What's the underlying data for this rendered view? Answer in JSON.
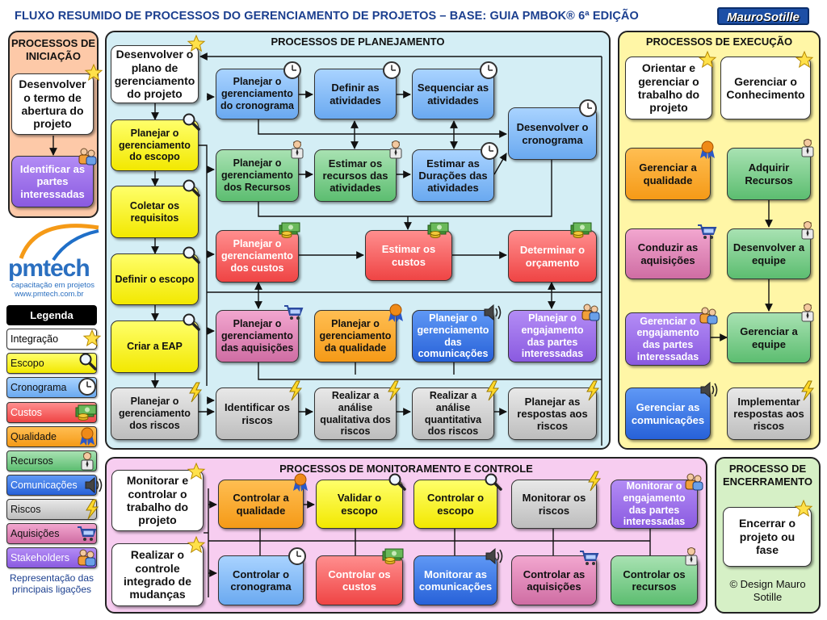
{
  "header": {
    "title": "FLUXO RESUMIDO DE PROCESSOS DO GERENCIAMENTO DE PROJETOS – BASE: GUIA PMBOK® 6ª EDIÇÃO",
    "brand": "MauroSotille"
  },
  "colors": {
    "integracao": "#ffffff",
    "escopo": "#f5ec1a",
    "cronograma": "#8fc1ff",
    "custos": "#f25555",
    "qualidade": "#f7a21b",
    "recursos": "#6ec680",
    "comunicacoes": "#3b73e3",
    "riscos": "#cccccc",
    "aquisicoes": "#d97fb0",
    "stakeholders": "#9b6ce6"
  },
  "iniciacao": {
    "title": "PROCESSOS DE INICIAÇÃO",
    "b1": "Desenvolver o termo de abertura do projeto",
    "b2": "Identificar as partes interessadas"
  },
  "logo": {
    "name": "pmtech",
    "tagline": "capacitação em projetos",
    "site": "www.pmtech.com.br"
  },
  "legenda": {
    "title": "Legenda",
    "items": [
      "Integração",
      "Escopo",
      "Cronograma",
      "Custos",
      "Qualidade",
      "Recursos",
      "Comunicações",
      "Riscos",
      "Aquisições",
      "Stakeholders"
    ],
    "note": "Representação das principais ligações"
  },
  "planejamento": {
    "title": "PROCESSOS DE PLANEJAMENTO",
    "plano": "Desenvolver o plano de gerenciamento do projeto",
    "escopo": "Planejar o gerenciamento do escopo",
    "requisitos": "Coletar os requisitos",
    "definir": "Definir o escopo",
    "eap": "Criar a EAP",
    "riscos_plan": "Planejar o gerenciamento dos riscos",
    "cronog_plan": "Planejar o gerenciamento do cronograma",
    "ativ": "Definir as atividades",
    "seq": "Sequenciar as atividades",
    "cronog": "Desenvolver o cronograma",
    "rec_plan": "Planejar o gerenciamento dos Recursos",
    "est_rec": "Estimar os recursos das atividades",
    "est_dur": "Estimar as Durações das atividades",
    "cust_plan": "Planejar o gerenciamento dos custos",
    "est_cust": "Estimar os custos",
    "orc": "Determinar o orçamento",
    "aq_plan": "Planejar o gerenciamento das aquisições",
    "qual_plan": "Planejar o gerenciamento da qualidade",
    "com_plan": "Planejar o gerenciamento das comunicações",
    "eng_plan": "Planejar o engajamento das partes interessadas",
    "id_risc": "Identificar os riscos",
    "qualit": "Realizar a análise qualitativa dos riscos",
    "quant": "Realizar a análise quantitativa dos riscos",
    "resp": "Planejar as respostas aos riscos"
  },
  "execucao": {
    "title": "PROCESSOS DE EXECUÇÃO",
    "orientar": "Orientar e gerenciar o trabalho do projeto",
    "conhecimento": "Gerenciar o Conhecimento",
    "qualidade": "Gerenciar a qualidade",
    "recursos": "Adquirir Recursos",
    "aquisicoes": "Conduzir as aquisições",
    "desenvolver": "Desenvolver a equipe",
    "engajamento": "Gerenciar o engajamento das partes interessadas",
    "equipe": "Gerenciar a equipe",
    "comunicacoes": "Gerenciar as comunicações",
    "respostas": "Implementar respostas aos riscos"
  },
  "monitoramento": {
    "title": "PROCESSOS DE MONITORAMENTO E CONTROLE",
    "trabalho": "Monitorar e controlar o trabalho do projeto",
    "mudancas": "Realizar o controle integrado de mudanças",
    "qualidade": "Controlar a qualidade",
    "validar": "Validar o escopo",
    "escopo": "Controlar o escopo",
    "riscos": "Monitorar os riscos",
    "engajamento": "Monitorar o engajamento das partes interessadas",
    "cronograma": "Controlar o cronograma",
    "custos": "Controlar os custos",
    "comunicacoes": "Monitorar as comunicações",
    "aquisicoes": "Controlar as aquisições",
    "recursos": "Controlar os recursos"
  },
  "encerramento": {
    "title": "PROCESSO DE ENCERRAMENTO",
    "box": "Encerrar o projeto ou fase",
    "credit": "© Design Mauro Sotille"
  }
}
